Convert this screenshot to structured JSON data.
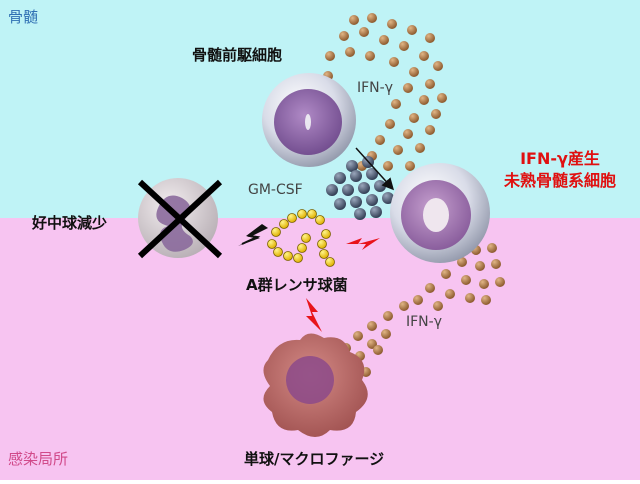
{
  "regions": {
    "top": "骨髄",
    "bottom": "感染局所"
  },
  "labels": {
    "progenitor": "骨髄前駆細胞",
    "ifn_top": "IFN-γ",
    "gmcsf": "GM-CSF",
    "ifn_producer_line1": "IFN-γ産生",
    "ifn_producer_line2": "未熟骨髄系細胞",
    "neutropenia": "好中球減少",
    "strep": "A群レンサ球菌",
    "ifn_bottom": "IFN-γ",
    "macrophage": "単球/マクロファージ"
  },
  "colors": {
    "top_bg": "#bff3f6",
    "bottom_bg": "#f7c4f1",
    "ifn_dot": "#b07a45",
    "gmcsf_dot": "#4a5a72",
    "strep_dot": "#f2d21a",
    "lightning": "#e8141a"
  }
}
